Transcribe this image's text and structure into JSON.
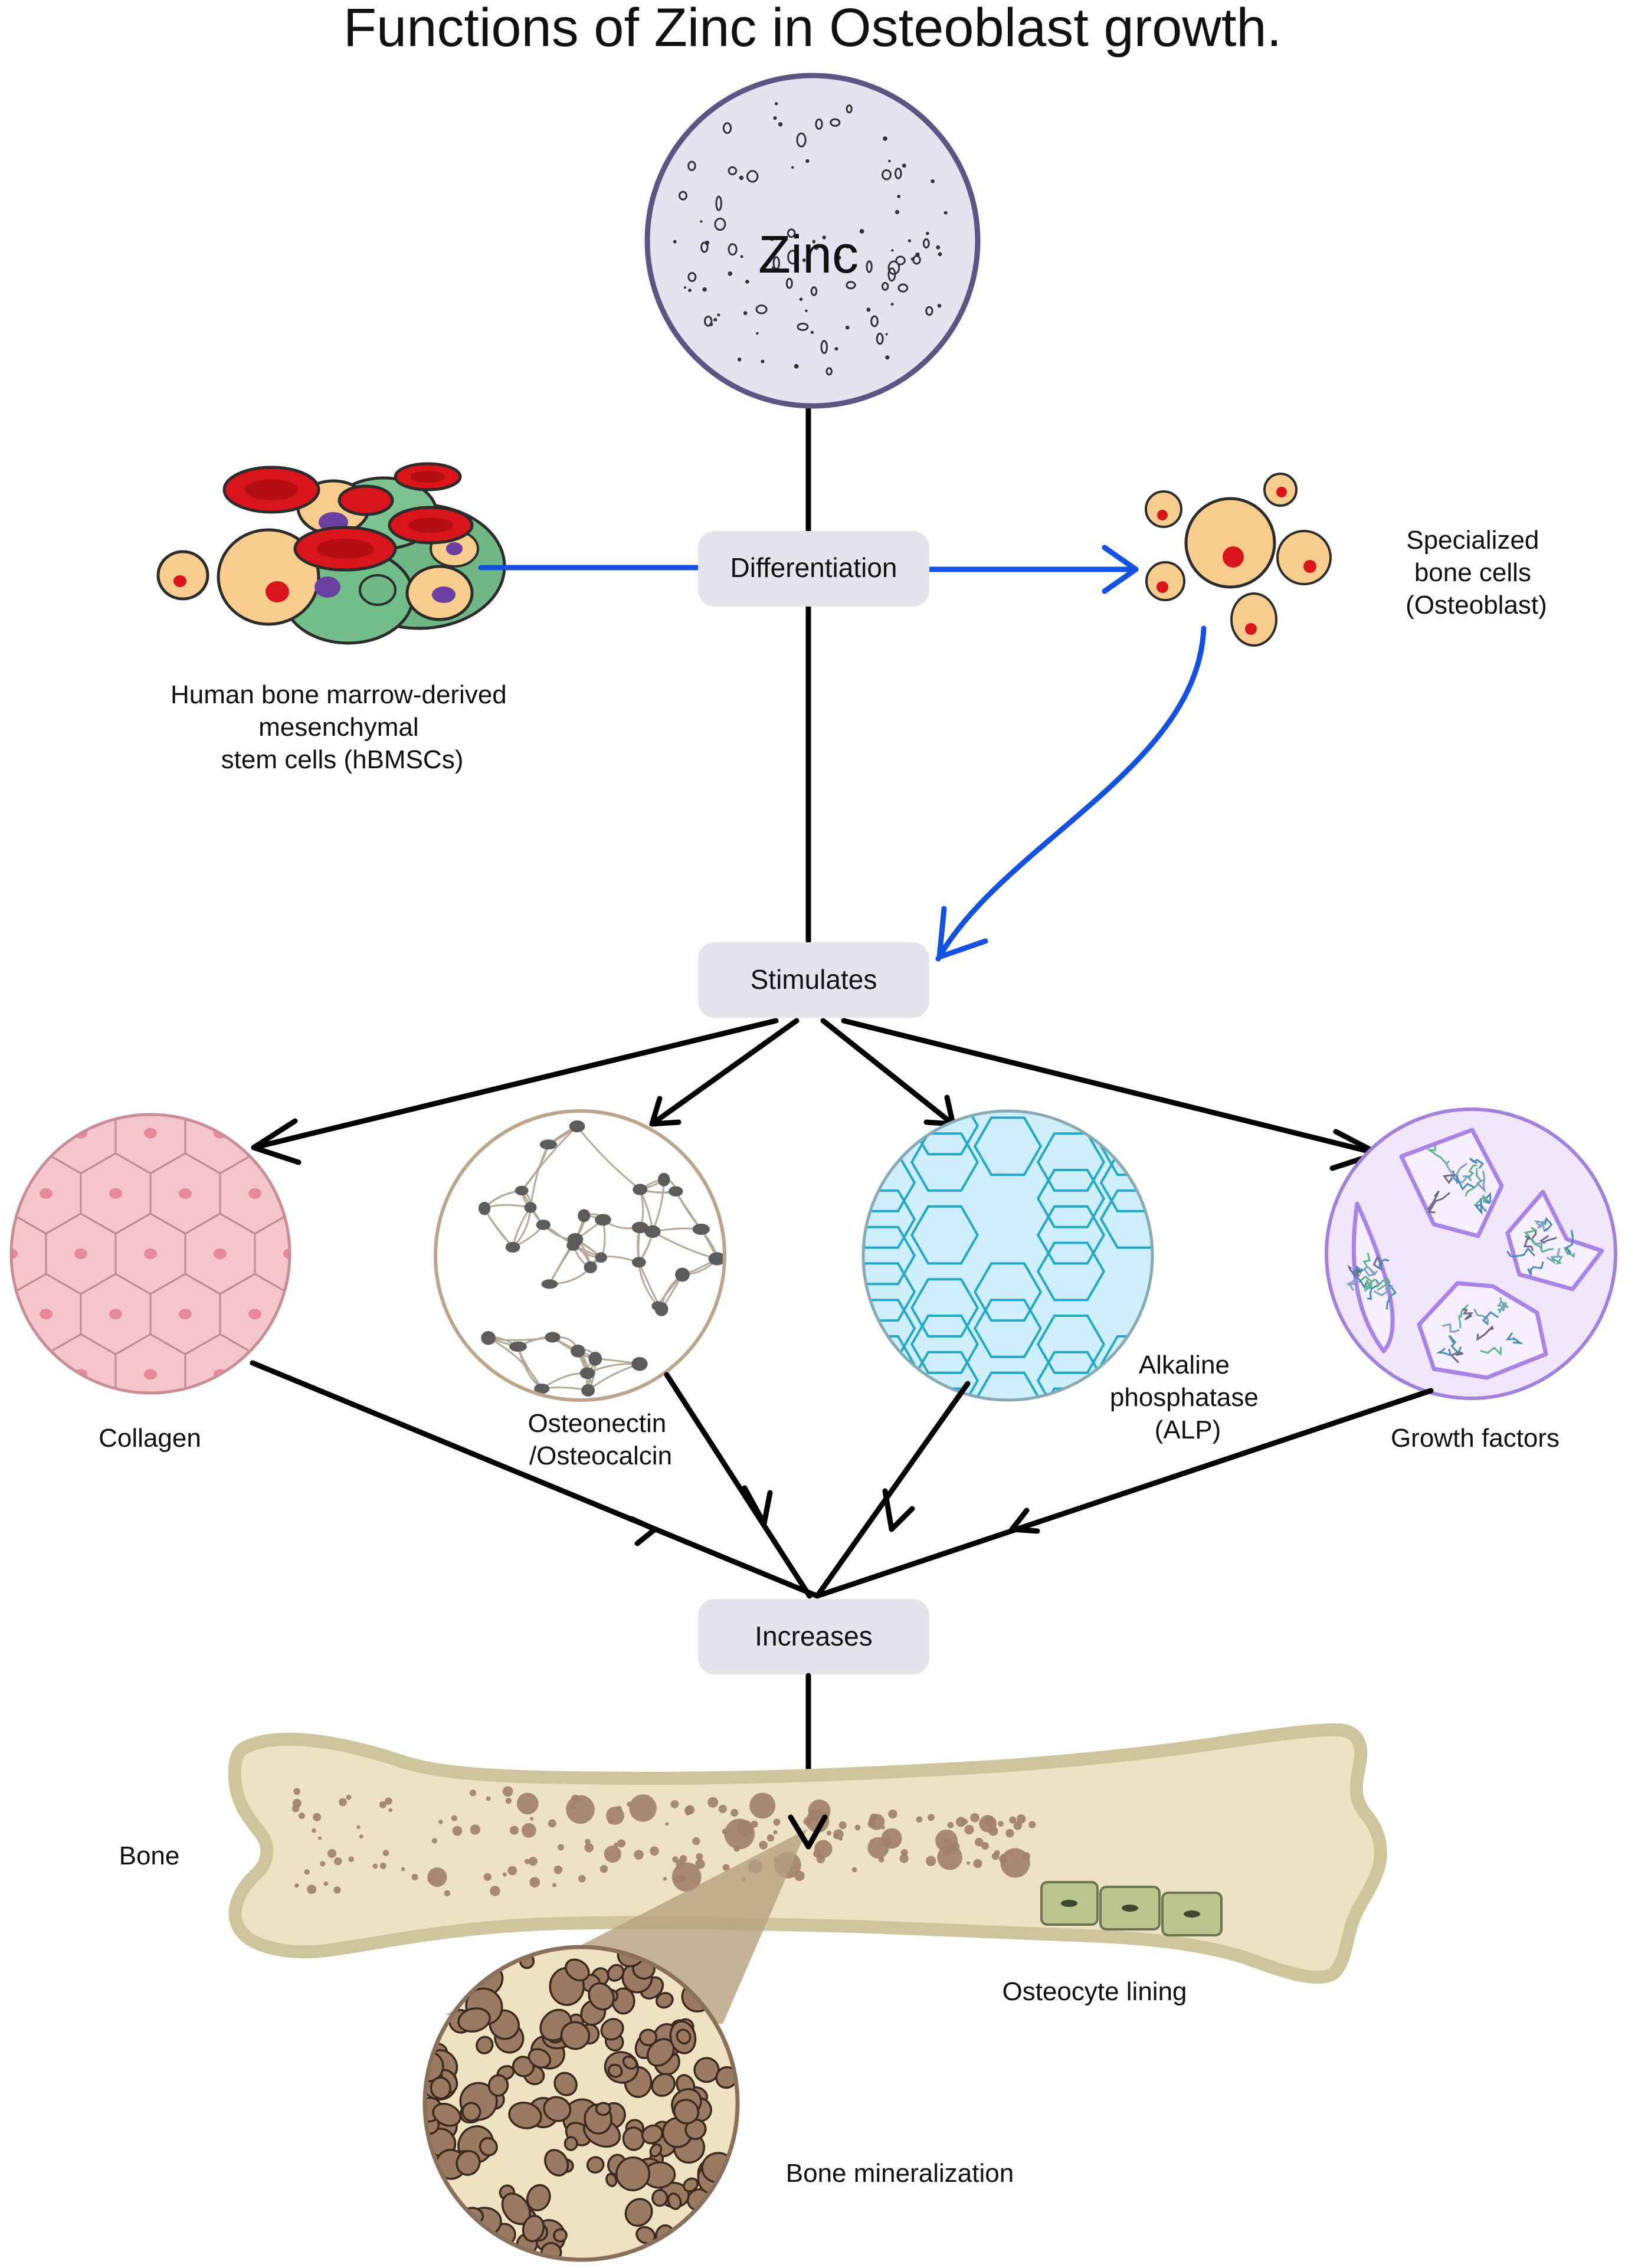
{
  "title": "Functions of Zinc in Osteoblast growth.",
  "zinc": {
    "label": "Zinc"
  },
  "boxes": {
    "differentiation": "Differentiation",
    "stimulates": "Stimulates",
    "increases": "Increases"
  },
  "labels": {
    "hbmsc": [
      "Human bone marrow-derived",
      "mesenchymal",
      "stem cells (hBMSCs)"
    ],
    "osteoblast": [
      "Specialized",
      "bone cells",
      "(Osteoblast)"
    ],
    "collagen": "Collagen",
    "osteonectin": [
      "Osteonectin",
      "/Osteocalcin"
    ],
    "alp": [
      "Alkaline",
      "phosphatase",
      "(ALP)"
    ],
    "growth_factors": "Growth factors",
    "bone": "Bone",
    "osteocyte": "Osteocyte lining",
    "mineralization": "Bone mineralization"
  },
  "colors": {
    "arrow_black": "#000000",
    "arrow_blue": "#1551e0",
    "box_fill": "#e7e3ec",
    "zinc_fill": "#e6e2ef",
    "zinc_stroke": "#5f5584",
    "collagen_fill": "#f3c6cb",
    "alp_fill": "#cdeefa",
    "growth_fill": "#efe6fb",
    "bone_fill": "#ede3c4",
    "bone_stroke": "#cfc59c"
  }
}
